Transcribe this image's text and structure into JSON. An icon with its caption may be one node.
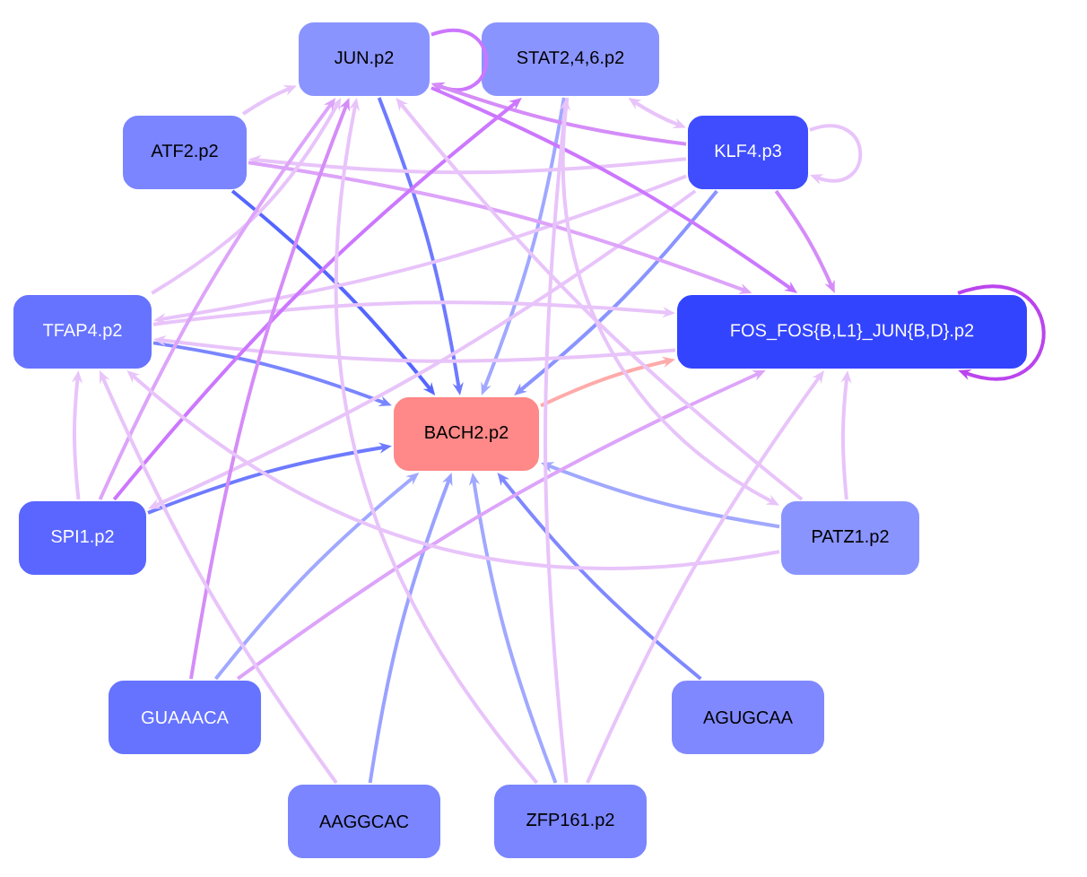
{
  "diagram": {
    "nodes": [
      {
        "text": [
          "JUN.p2"
        ]
      },
      {
        "text": [
          "STAT2,4,6.p2"
        ]
      },
      {
        "text": [
          "ATF2.p2"
        ]
      },
      {
        "text": [
          "KLF4.p3"
        ]
      },
      {
        "text": [
          "TFAP4.p2"
        ]
      },
      {
        "text": [
          "FOS_FOS{B,L1}_JUN{B,D}.p2"
        ]
      },
      {
        "text": [
          "BACH2.p2"
        ]
      },
      {
        "text": [
          "SPI1.p2"
        ]
      },
      {
        "text": [
          "PATZ1.p2"
        ]
      },
      {
        "text": [
          "GUAAACA"
        ]
      },
      {
        "text": [
          "AGUGCAA"
        ]
      },
      {
        "text": [
          "AAGGCAC"
        ]
      },
      {
        "text": [
          "ZFP161.p2"
        ]
      }
    ],
    "edges": [
      {
        "from": 0,
        "to": 6,
        "arrow": "to",
        "color": "#6e7aff"
      },
      {
        "from": 1,
        "to": 6,
        "arrow": "to",
        "color": "#a0a8ff"
      },
      {
        "from": 2,
        "to": 6,
        "arrow": "to",
        "color": "#5566ff"
      },
      {
        "from": 3,
        "to": 6,
        "arrow": "to",
        "color": "#8a94ff"
      },
      {
        "from": 4,
        "to": 6,
        "arrow": "to",
        "color": "#7a85ff"
      },
      {
        "from": 7,
        "to": 6,
        "arrow": "to",
        "color": "#6e7aff"
      },
      {
        "from": 8,
        "to": 6,
        "arrow": "to",
        "color": "#a0a8ff"
      },
      {
        "from": 9,
        "to": 6,
        "arrow": "to",
        "color": "#a0a8ff"
      },
      {
        "from": 11,
        "to": 6,
        "arrow": "to",
        "color": "#9aa2ff"
      },
      {
        "from": 12,
        "to": 6,
        "arrow": "to",
        "color": "#a0a8ff"
      },
      {
        "from": 10,
        "to": 6,
        "arrow": "to",
        "color": "#8088ff"
      },
      {
        "from": 6,
        "to": 5,
        "arrow": "to",
        "color": "#ffaaaa"
      },
      {
        "from": 0,
        "to": 0,
        "arrow": "to",
        "color": "#cc77ff"
      },
      {
        "from": 3,
        "to": 3,
        "arrow": "to"
      },
      {
        "from": 5,
        "to": 5,
        "arrow": "to",
        "color": "#bb44ee"
      },
      {
        "from": 2,
        "to": 0,
        "arrow": "to"
      },
      {
        "from": 3,
        "to": 0,
        "arrow": "to",
        "color": "#d58cf8"
      },
      {
        "from": 3,
        "to": 2,
        "arrow": "to"
      },
      {
        "from": 3,
        "to": 4,
        "arrow": "to"
      },
      {
        "from": 3,
        "to": 7,
        "arrow": "to"
      },
      {
        "from": 3,
        "to": 5,
        "arrow": "to",
        "color": "#d58cf8"
      },
      {
        "from": 3,
        "to": 1,
        "arrow": "both"
      },
      {
        "from": 0,
        "to": 5,
        "arrow": "to",
        "color": "#cc77ff"
      },
      {
        "from": 2,
        "to": 5,
        "arrow": "to",
        "color": "#dda4fa"
      },
      {
        "from": 4,
        "to": 5,
        "arrow": "to"
      },
      {
        "from": 5,
        "to": 4,
        "arrow": "to"
      },
      {
        "from": 4,
        "to": 0,
        "arrow": "to"
      },
      {
        "from": 7,
        "to": 0,
        "arrow": "to",
        "color": "#dda4fa"
      },
      {
        "from": 7,
        "to": 1,
        "arrow": "to",
        "color": "#cc77ff"
      },
      {
        "from": 7,
        "to": 4,
        "arrow": "to"
      },
      {
        "from": 9,
        "to": 0,
        "arrow": "to",
        "color": "#d58cf8"
      },
      {
        "from": 9,
        "to": 5,
        "arrow": "to",
        "color": "#dda4fa"
      },
      {
        "from": 8,
        "to": 0,
        "arrow": "to"
      },
      {
        "from": 8,
        "to": 4,
        "arrow": "to"
      },
      {
        "from": 8,
        "to": 5,
        "arrow": "to"
      },
      {
        "from": 1,
        "to": 8,
        "arrow": "to"
      },
      {
        "from": 11,
        "to": 4,
        "arrow": "to"
      },
      {
        "from": 12,
        "to": 0,
        "arrow": "to"
      },
      {
        "from": 12,
        "to": 1,
        "arrow": "to"
      },
      {
        "from": 12,
        "to": 5,
        "arrow": "to"
      }
    ]
  }
}
